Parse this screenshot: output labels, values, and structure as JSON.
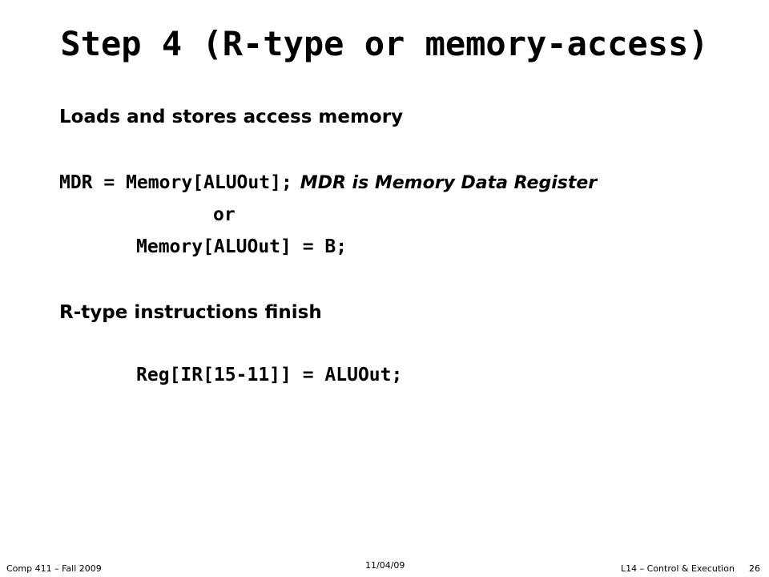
{
  "slide": {
    "title": "Step 4 (R-type or memory-access)",
    "bullet1": "Loads and stores access memory",
    "code1": "MDR = Memory[ALUOut];",
    "comment1": "MDR is Memory Data Register",
    "or_word": "or",
    "code2": "Memory[ALUOut] = B;",
    "bullet2": "R-type instructions finish",
    "code3": "Reg[IR[15-11]] = ALUOut;"
  },
  "footer": {
    "course": "Comp 411 – Fall 2009",
    "date": "11/04/09",
    "lecture": "L14 – Control & Execution",
    "page": "26"
  }
}
